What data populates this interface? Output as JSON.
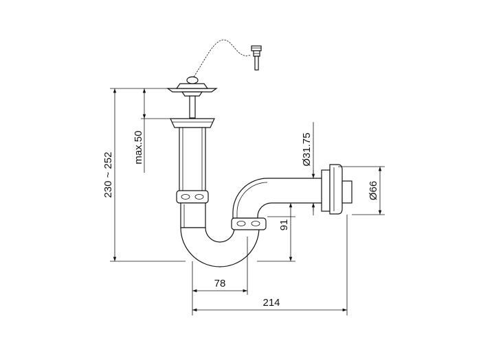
{
  "dimensions": {
    "overall_height": "230 ~ 252",
    "max_height": "max.50",
    "pipe_diameter": "Ø31.75",
    "flange_diameter": "Ø66",
    "trap_depth": "91",
    "trap_width": "78",
    "overall_width": "214"
  }
}
